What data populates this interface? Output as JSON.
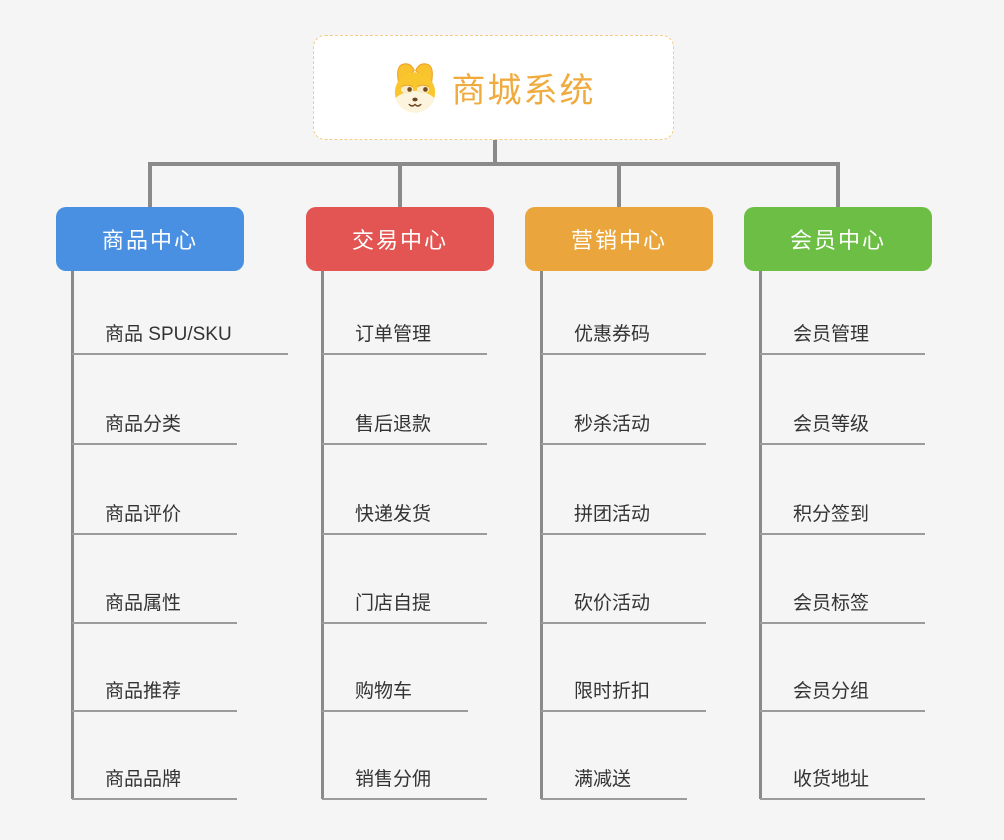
{
  "root": {
    "label": "商城系统",
    "icon": "doge-icon",
    "text_color": "#f0ab3f",
    "border_color": "#f3cd88"
  },
  "connector_color": "#8a8a8a",
  "underline_color": "#9b9b9b",
  "leaf_text_color": "#333333",
  "background_color": "#f5f5f5",
  "branches": [
    {
      "label": "商品中心",
      "color": "#4a90e2",
      "children": [
        "商品 SPU/SKU",
        "商品分类",
        "商品评价",
        "商品属性",
        "商品推荐",
        "商品品牌"
      ]
    },
    {
      "label": "交易中心",
      "color": "#e25552",
      "children": [
        "订单管理",
        "售后退款",
        "快递发货",
        "门店自提",
        "购物车",
        "销售分佣"
      ]
    },
    {
      "label": "营销中心",
      "color": "#eaa63c",
      "children": [
        "优惠券码",
        "秒杀活动",
        "拼团活动",
        "砍价活动",
        "限时折扣",
        "满减送"
      ]
    },
    {
      "label": "会员中心",
      "color": "#6cbf44",
      "children": [
        "会员管理",
        "会员等级",
        "积分签到",
        "会员标签",
        "会员分组",
        "收货地址"
      ]
    }
  ]
}
